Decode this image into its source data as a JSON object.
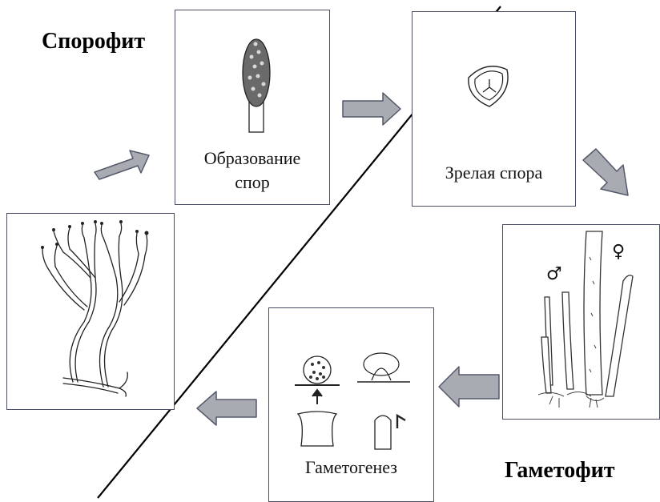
{
  "phases": {
    "sporophyte": "Спорофит",
    "gametophyte": "Гаметофит"
  },
  "stages": {
    "spore_formation": {
      "line1": "Образование",
      "line2": "спор"
    },
    "mature_spore": "Зрелая спора",
    "gametogenesis": "Гаметогенез"
  },
  "symbols": {
    "male": "♂",
    "female": "♀"
  },
  "colors": {
    "arrow_fill": "#a9abb2",
    "arrow_stroke": "#55586a",
    "box_border": "#4a4f66",
    "divider": "#000000"
  }
}
